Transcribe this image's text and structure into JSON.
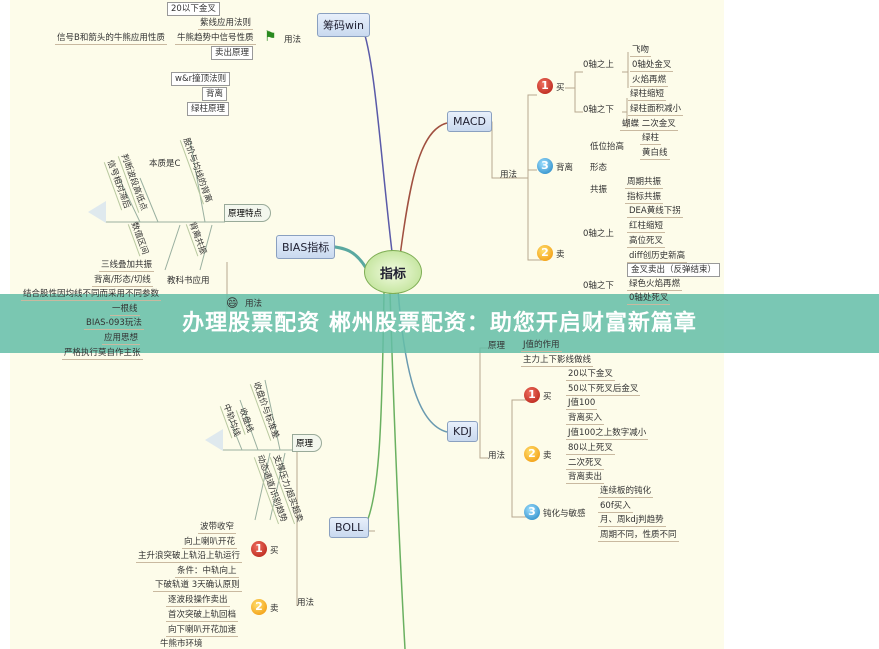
{
  "center": "指标",
  "chips": {
    "title": "筹码win",
    "usage": "用法",
    "items": [
      "20以下金叉",
      "紫线应用法则",
      "牛熊趋势中信号性质",
      "信号B和箭头的牛熊应用性质",
      "卖出原理",
      "w&r撞顶法则",
      "背离",
      "绿柱原理"
    ]
  },
  "macd": {
    "title": "MACD",
    "usage": "用法",
    "buy": "买",
    "buy_num": "1",
    "above": "0轴之上",
    "above_items": [
      "飞吻",
      "0轴处金叉",
      "火焰再燃"
    ],
    "below": "0轴之下",
    "below_items": [
      "绿柱缩短",
      "绿柱面积减小",
      "蝴蝶 二次金叉"
    ],
    "div_num": "3",
    "div": "背离",
    "low": "低位抬高",
    "low_items": [
      "绿柱",
      "黄白线"
    ],
    "shape": "形态",
    "res": "共振",
    "res_items": [
      "周期共振",
      "指标共振"
    ],
    "sell_num": "2",
    "sell": "卖",
    "s_above": "0轴之上",
    "s_above_items": [
      "DEA黄线下拐",
      "红柱缩短",
      "高位死叉",
      "diff创历史新高"
    ],
    "s_below": "0轴之下",
    "s_below_items": [
      "金叉卖出（反弹结束）",
      "绿色火焰再燃",
      "0轴处死叉"
    ]
  },
  "kdj": {
    "title": "KDJ",
    "principle": "原理",
    "p_items": [
      "J值的作用",
      "主力上下影线做线"
    ],
    "usage": "用法",
    "buy_num": "1",
    "buy": "买",
    "buy_items": [
      "20以下金叉",
      "50以下死叉后金叉",
      "J值100",
      "背离买入"
    ],
    "sell_num": "2",
    "sell": "卖",
    "sell_items": [
      "J值100之上数字减小",
      "80以上死叉",
      "二次死叉",
      "背离卖出"
    ],
    "dull_num": "3",
    "dull": "钝化与敏感",
    "dull_items": [
      "连续板的钝化",
      "60f买入",
      "月、周kdj判趋势",
      "周期不同，性质不同"
    ]
  },
  "bias": {
    "title": "BIAS指标",
    "principle": "原理特点",
    "essence": "本质是C",
    "diag": [
      "股价与均线的背离",
      "判断波段高低点",
      "信号相对滞后",
      "数值区间",
      "背离共振"
    ],
    "usage": "用法",
    "textbook": "教科书应用",
    "textbook_items": [
      "三线叠加共振",
      "背离/形态/切线",
      "结合股性因均线不同而采用不同参数"
    ],
    "other_items": [
      "一根线",
      "BIAS-093玩法",
      "应用思想",
      "严格执行莫自作主张"
    ]
  },
  "boll": {
    "title": "BOLL",
    "principle": "原理",
    "diag": [
      "收盘价与标准差",
      "收盘线",
      "中轨均线",
      "支撑压力/超买超卖",
      "动态通道/识别趋势"
    ],
    "usage": "用法",
    "buy_num": "1",
    "buy": "买",
    "buy_items": [
      "波带收窄",
      "向上喇叭开花",
      "主升浪突破上轨沿上轨运行",
      "条件：中轨向上"
    ],
    "sell_num": "2",
    "sell": "卖",
    "sell_items": [
      "下破轨道 3天确认原则",
      "逐波段操作卖出",
      "首次突破上轨回档",
      "向下喇叭开花加速",
      "牛熊市环境"
    ]
  },
  "banner": "办理股票配资 郴州股票配资：助您开启财富新篇章",
  "colors": {
    "background": "#fdfcea",
    "banner": "#64bea8",
    "center": "#b6de8a"
  }
}
